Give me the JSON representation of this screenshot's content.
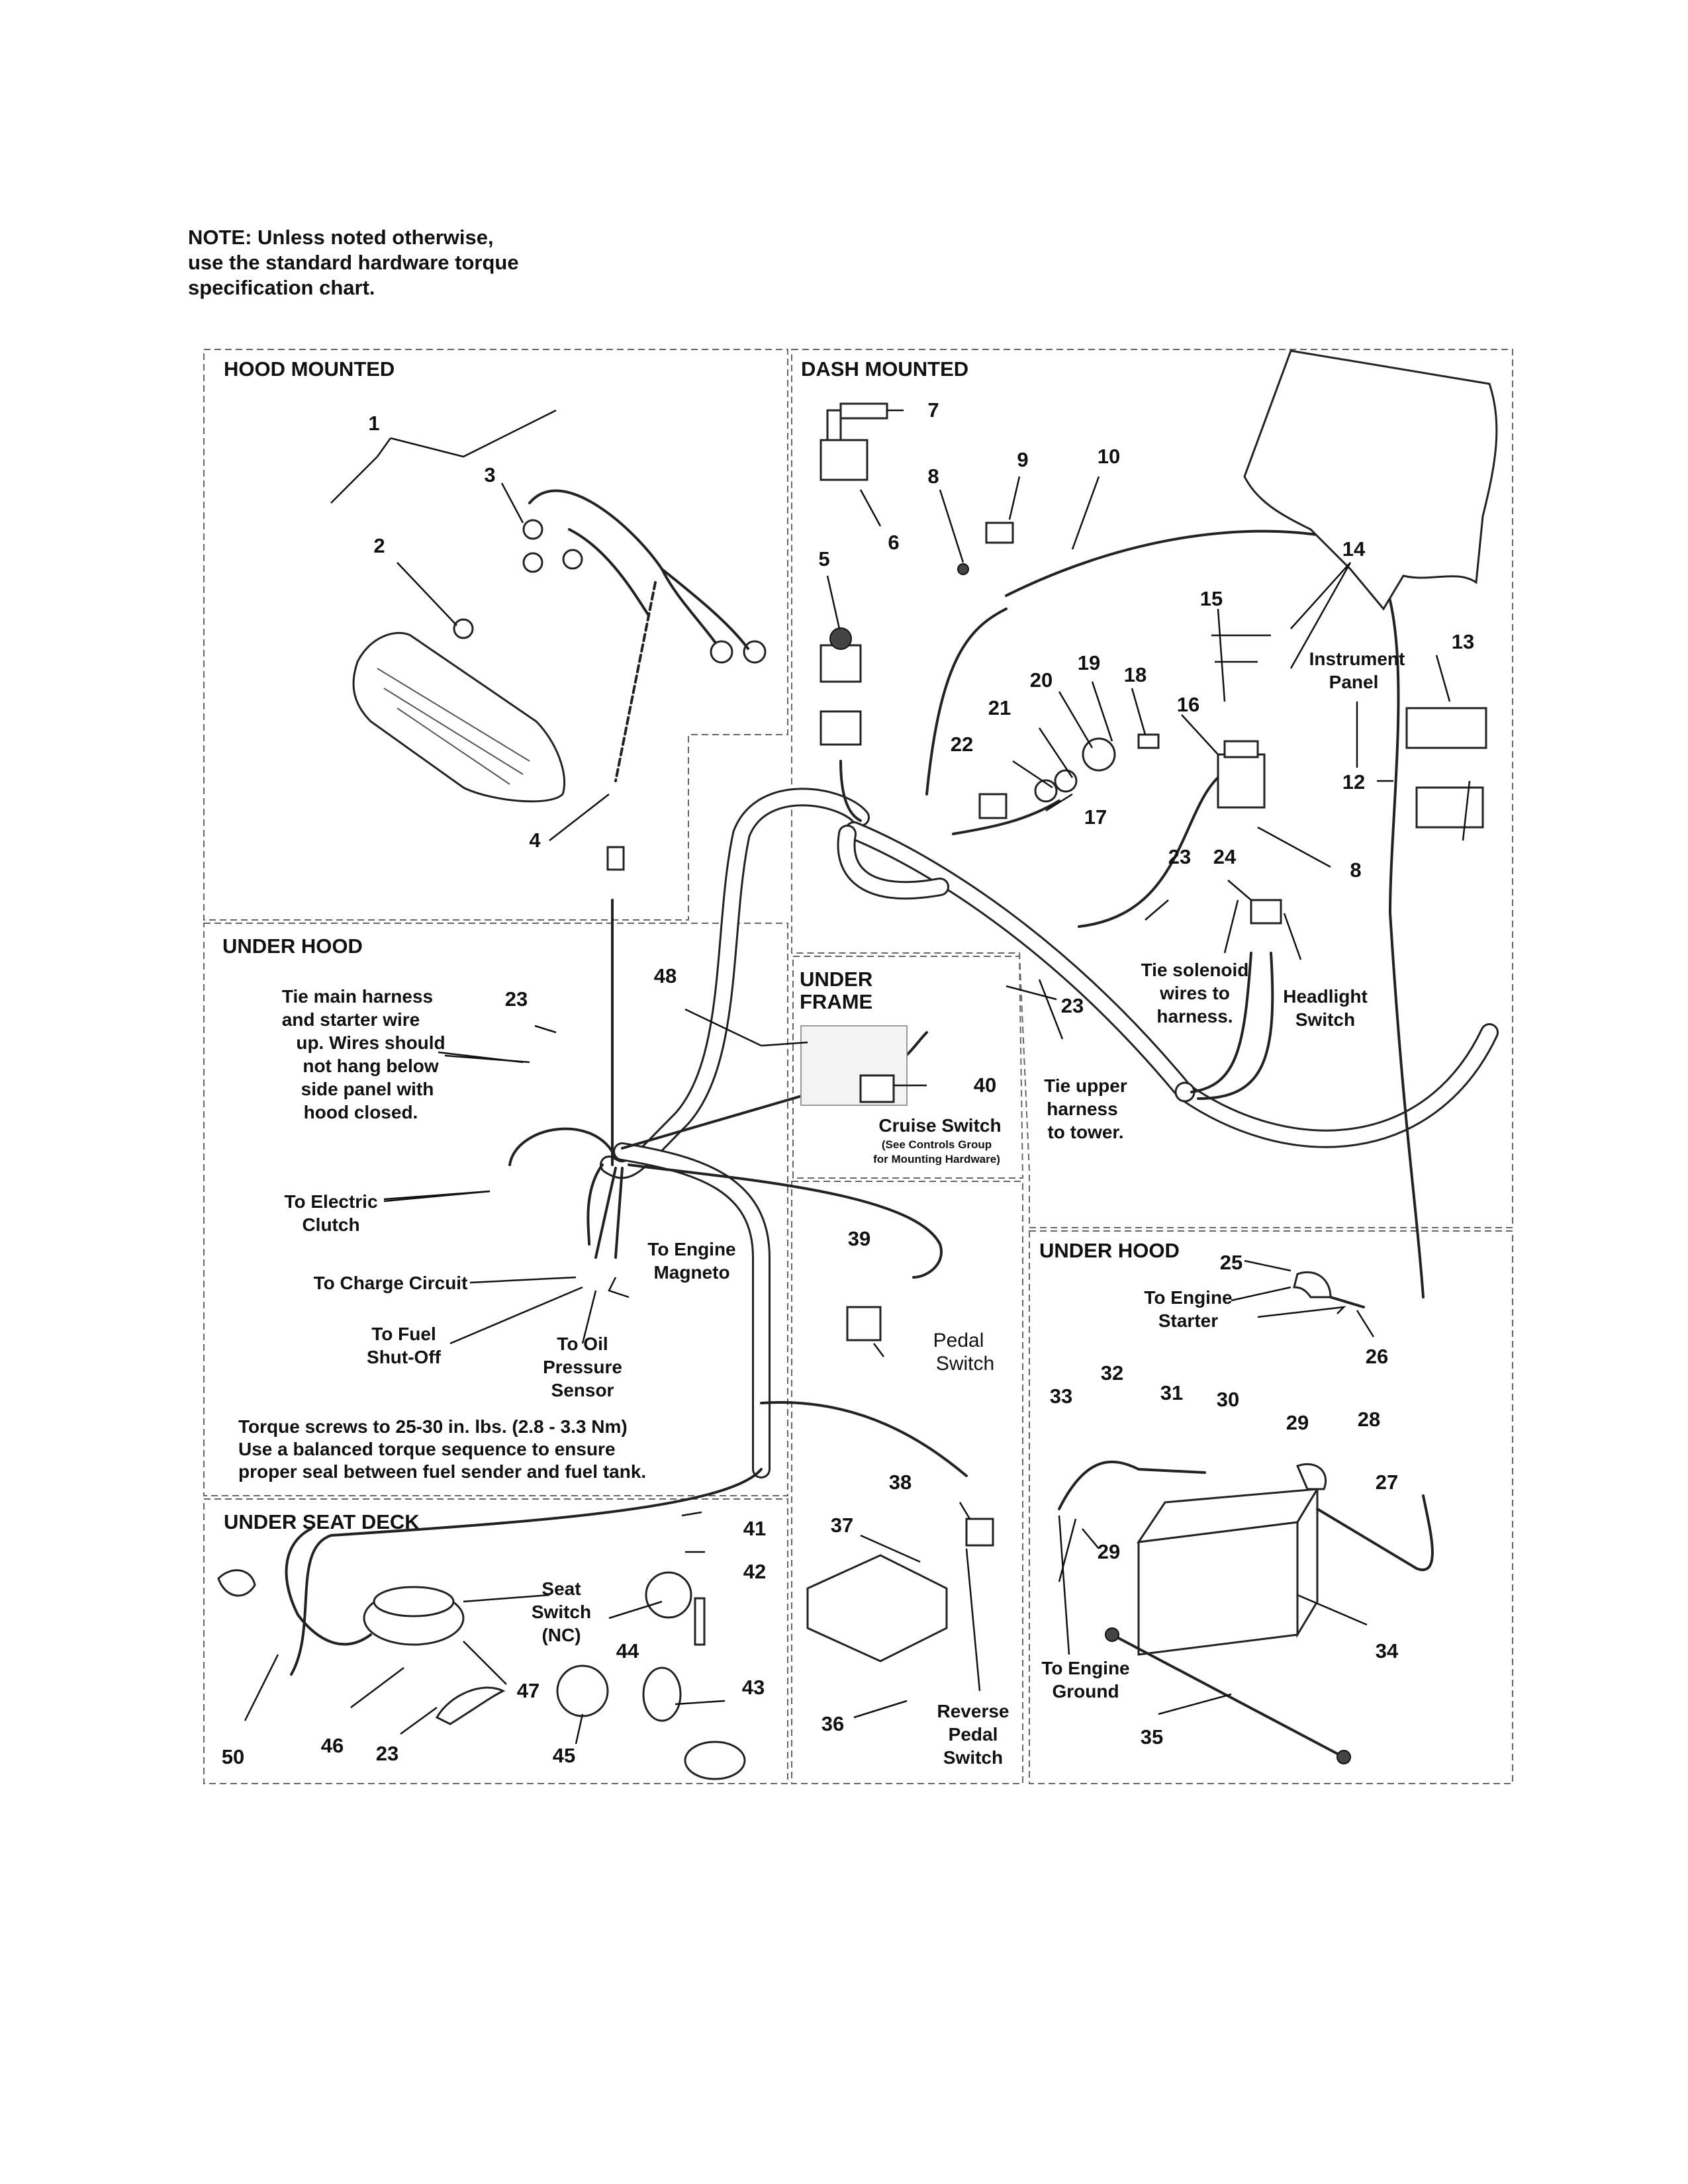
{
  "note": {
    "line1": "NOTE: Unless noted otherwise,",
    "line2": "use the standard hardware torque",
    "line3": "specification chart."
  },
  "sections": {
    "hood_mounted": "HOOD MOUNTED",
    "dash_mounted": "DASH MOUNTED",
    "under_hood_left": "UNDER HOOD",
    "under_frame_1": "UNDER",
    "under_frame_2": "FRAME",
    "under_hood_right": "UNDER HOOD",
    "under_seat_deck": "UNDER SEAT DECK"
  },
  "labels": {
    "tie_main_1": "Tie main harness",
    "tie_main_2": "and starter wire",
    "tie_main_3": "up. Wires should",
    "tie_main_4": "not hang below",
    "tie_main_5": "side panel with",
    "tie_main_6": "hood closed.",
    "electric_clutch_1": "To Electric",
    "electric_clutch_2": "Clutch",
    "charge_circuit": "To Charge Circuit",
    "fuel_shutoff_1": "To Fuel",
    "fuel_shutoff_2": "Shut-Off",
    "oil_pressure_1": "To Oil",
    "oil_pressure_2": "Pressure",
    "oil_pressure_3": "Sensor",
    "engine_magneto_1": "To Engine",
    "engine_magneto_2": "Magneto",
    "torque_1": "Torque screws to 25-30 in. lbs. (2.8 - 3.3 Nm)",
    "torque_2": "Use a balanced torque sequence to ensure",
    "torque_3": "proper seal between fuel sender and fuel tank.",
    "cruise_switch": "Cruise Switch",
    "cruise_note_1": "(See Controls Group",
    "cruise_note_2": "for Mounting Hardware)",
    "pedal_switch_1": "Pedal",
    "pedal_switch_2": "Switch",
    "reverse_1": "Reverse",
    "reverse_2": "Pedal",
    "reverse_3": "Switch",
    "seat_switch_1": "Seat",
    "seat_switch_2": "Switch",
    "seat_switch_3": "(NC)",
    "tie_upper_1": "Tie upper",
    "tie_upper_2": "harness",
    "tie_upper_3": "to tower.",
    "tie_solenoid_1": "Tie solenoid",
    "tie_solenoid_2": "wires to",
    "tie_solenoid_3": "harness.",
    "headlight_1": "Headlight",
    "headlight_2": "Switch",
    "instrument_1": "Instrument",
    "instrument_2": "Panel",
    "engine_starter_1": "To Engine",
    "engine_starter_2": "Starter",
    "engine_ground_1": "To Engine",
    "engine_ground_2": "Ground"
  },
  "part_numbers": {
    "p1": "1",
    "p2": "2",
    "p3": "3",
    "p4": "4",
    "p5": "5",
    "p6": "6",
    "p7": "7",
    "p8a": "8",
    "p8b": "8",
    "p9": "9",
    "p10": "10",
    "p12": "12",
    "p13": "13",
    "p14": "14",
    "p15": "15",
    "p16": "16",
    "p17": "17",
    "p18": "18",
    "p19": "19",
    "p20": "20",
    "p21": "21",
    "p22": "22",
    "p23a": "23",
    "p23b": "23",
    "p23c": "23",
    "p23d": "23",
    "p24": "24",
    "p25": "25",
    "p26": "26",
    "p27": "27",
    "p28": "28",
    "p29a": "29",
    "p29b": "29",
    "p30": "30",
    "p31": "31",
    "p32": "32",
    "p33": "33",
    "p34": "34",
    "p35": "35",
    "p36": "36",
    "p37": "37",
    "p38": "38",
    "p39": "39",
    "p40": "40",
    "p41": "41",
    "p42": "42",
    "p43": "43",
    "p44": "44",
    "p45": "45",
    "p46": "46",
    "p47": "47",
    "p48": "48",
    "p50": "50"
  }
}
